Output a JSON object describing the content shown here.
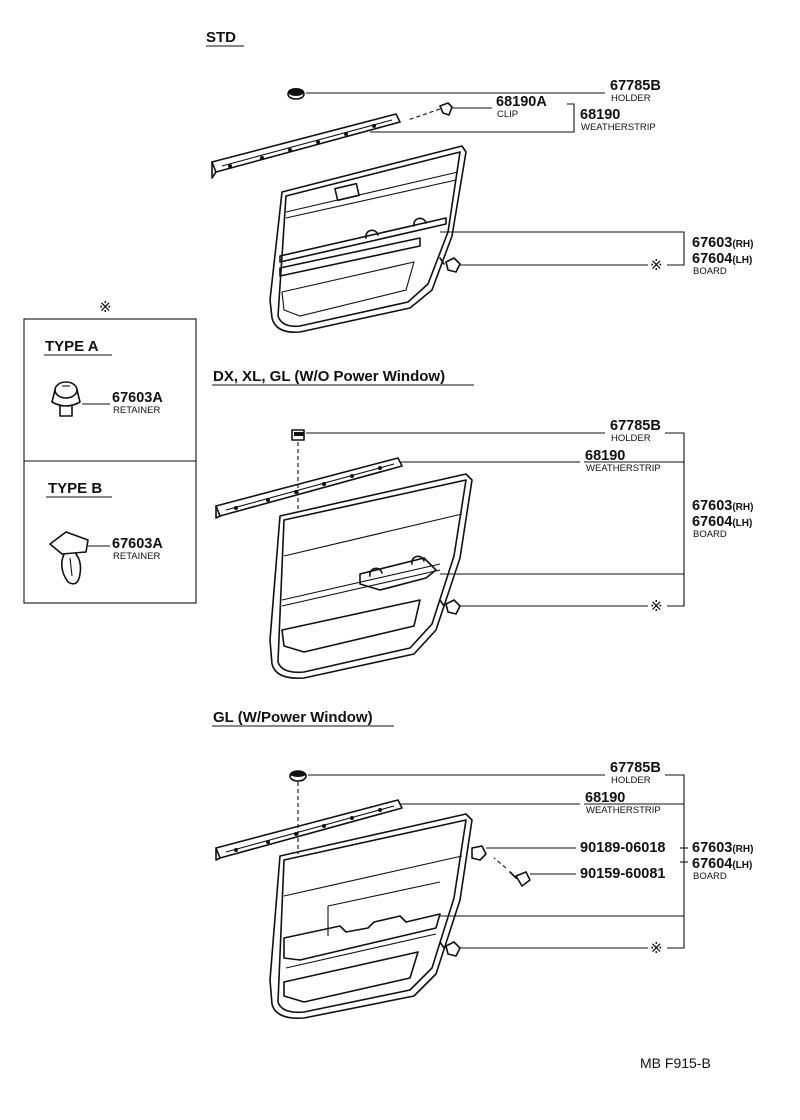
{
  "sections": {
    "std": "STD",
    "dx": "DX, XL, GL (W/O Power Window)",
    "gl": "GL (W/Power Window)"
  },
  "parts": {
    "holder_no": "67785B",
    "holder_name": "HOLDER",
    "clip_no": "68190A",
    "clip_name": "CLIP",
    "weatherstrip_no": "68190",
    "weatherstrip_name": "WEATHERSTRIP",
    "board_rh_no": "67603",
    "board_rh_suffix": "(RH)",
    "board_lh_no": "67604",
    "board_lh_suffix": "(LH)",
    "board_name": "BOARD",
    "retainer_no": "67603A",
    "retainer_name": "RETAINER",
    "bolt_a_no": "90189-06018",
    "bolt_b_no": "90159-60081"
  },
  "types": {
    "a": "TYPE A",
    "b": "TYPE B"
  },
  "reference_mark": "※",
  "drawing_code": "MB F915-B"
}
